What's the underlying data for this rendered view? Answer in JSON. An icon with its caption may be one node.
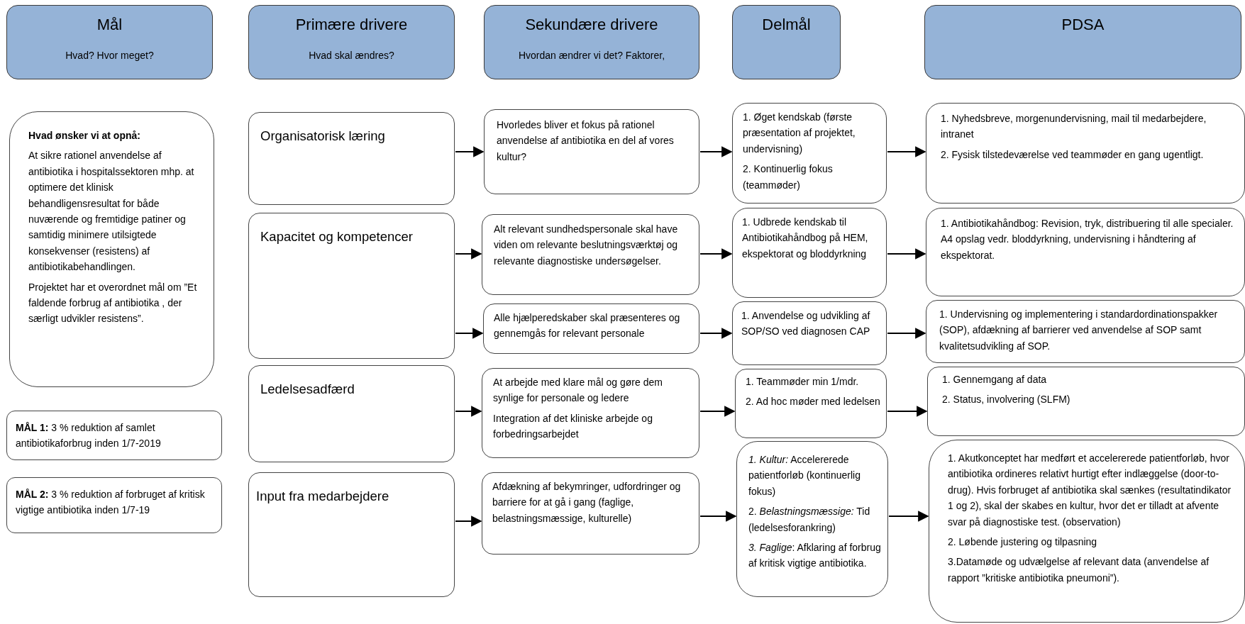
{
  "diagram": {
    "nodes": [
      {
        "text": [
          "Mål",
          "Hvad? Hvor meget?"
        ]
      },
      {
        "text": [
          "Primære drivere",
          "Hvad skal ændres?"
        ]
      },
      {
        "text": [
          "Sekundære drivere",
          "Hvordan ændrer vi det? Faktorer,"
        ]
      },
      {
        "text": [
          "Delmål"
        ]
      },
      {
        "text": [
          "PDSA"
        ]
      },
      {
        "text": [
          "Hvad ønsker vi at opnå:",
          "At sikre rationel anvendelse af antibiotika i hospitalssektoren mhp. at optimere det klinisk behandligensresultat for både nuværende og fremtidige patiner og samtidig minimere utilsigtede konsekvenser (resistens) af antibiotikabehandlingen.",
          "Projektet har et overordnet mål om ”Et faldende forbrug af antibiotika , der særligt udvikler resistens”."
        ]
      },
      {
        "text": [
          "**MÅL 1:** 3 % reduktion af samlet antibiotikaforbrug inden 1/7-2019"
        ]
      },
      {
        "text": [
          "**MÅL 2:** 3 % reduktion af forbruget af kritisk vigtige antibiotika inden 1/7-19"
        ]
      },
      {
        "text": [
          "Organisatorisk læring"
        ]
      },
      {
        "text": [
          "Kapacitet og kompetencer"
        ]
      },
      {
        "text": [
          "Ledelsesadfærd"
        ]
      },
      {
        "text": [
          "Input fra medarbejdere"
        ]
      },
      {
        "text": [
          "Hvorledes bliver et fokus på rationel anvendelse af antibiotika en del af vores kultur?"
        ]
      },
      {
        "text": [
          "Alt relevant sundhedspersonale skal have viden om relevante beslutningsværktøj og relevante diagnostiske undersøgelser."
        ]
      },
      {
        "text": [
          "Alle hjælperedskaber skal præsenteres og gennemgås for relevant personale"
        ]
      },
      {
        "text": [
          "At arbejde med klare mål og gøre dem synlige for personale og ledere",
          "Integration af det kliniske arbejde og forbedringsarbejdet"
        ]
      },
      {
        "text": [
          "Afdækning af bekymringer, udfordringer og barriere for at gå i gang (faglige, belastningsmæssige, kulturelle)"
        ]
      },
      {
        "text": [
          "1. Øget kendskab (første præsentation af projektet, undervisning)",
          "2. Kontinuerlig fokus (teammøder)"
        ]
      },
      {
        "text": [
          "1. Udbrede kendskab til Antibiotikahåndbog på HEM, ekspektorat og bloddyrkning"
        ]
      },
      {
        "text": [
          "1. Anvendelse og udvikling af SOP/SO ved diagnosen CAP"
        ]
      },
      {
        "text": [
          "1. Teammøder min 1/mdr.",
          "2. Ad hoc møder med ledelsen"
        ]
      },
      {
        "text": [
          "*1. Kultur:* Accelererede patientforløb (kontinuerlig fokus)",
          "2. *Belastningsmæssige:* Tid (ledelsesforankring)",
          "*3. Faglige*: Afklaring af forbrug af kritisk vigtige antibiotika."
        ]
      },
      {
        "text": [
          "1. Nyhedsbreve, morgenundervisning, mail til medarbejdere, intranet",
          "2. Fysisk tilstedeværelse ved teammøder en gang ugentligt."
        ]
      },
      {
        "text": [
          "1. Antibiotikahåndbog: Revision, tryk, distribuering til alle specialer. A4 opslag vedr. bloddyrkning, undervisning i håndtering af ekspektorat."
        ]
      },
      {
        "text": [
          "1. Undervisning og implementering i standardordinationspakker (SOP), afdækning af barrierer ved anvendelse af SOP samt kvalitetsudvikling af SOP."
        ]
      },
      {
        "text": [
          "1. Gennemgang af data",
          "2. Status, involvering (SLFM)"
        ]
      },
      {
        "text": [
          "1. Akutkonceptet har medført et accelererede patientforløb, hvor antibiotika ordineres relativt hurtigt efter indlæggelse (door-to-drug). Hvis forbruget af antibiotika skal sænkes (resultatindikator 1 og 2), skal der skabes en kultur, hvor det er tilladt at afvente svar på diagnostiske test. (observation)",
          "2. Løbende justering og tilpasning",
          "3.Datamøde og udvælgelse af relevant data (anvendelse af rapport ”kritiske antibiotika pneumoni”)."
        ]
      }
    ],
    "edges": [
      {
        "from": 8,
        "to": 12,
        "arrow": "to"
      },
      {
        "from": 9,
        "to": 13,
        "arrow": "to"
      },
      {
        "from": 9,
        "to": 14,
        "arrow": "to"
      },
      {
        "from": 10,
        "to": 15,
        "arrow": "to"
      },
      {
        "from": 11,
        "to": 16,
        "arrow": "to"
      },
      {
        "from": 12,
        "to": 17,
        "arrow": "to"
      },
      {
        "from": 13,
        "to": 18,
        "arrow": "to"
      },
      {
        "from": 14,
        "to": 19,
        "arrow": "to"
      },
      {
        "from": 15,
        "to": 20,
        "arrow": "to"
      },
      {
        "from": 16,
        "to": 21,
        "arrow": "to"
      },
      {
        "from": 17,
        "to": 22,
        "arrow": "to"
      },
      {
        "from": 18,
        "to": 23,
        "arrow": "to"
      },
      {
        "from": 19,
        "to": 24,
        "arrow": "to"
      },
      {
        "from": 20,
        "to": 25,
        "arrow": "to"
      },
      {
        "from": 21,
        "to": 26,
        "arrow": "to"
      }
    ]
  }
}
